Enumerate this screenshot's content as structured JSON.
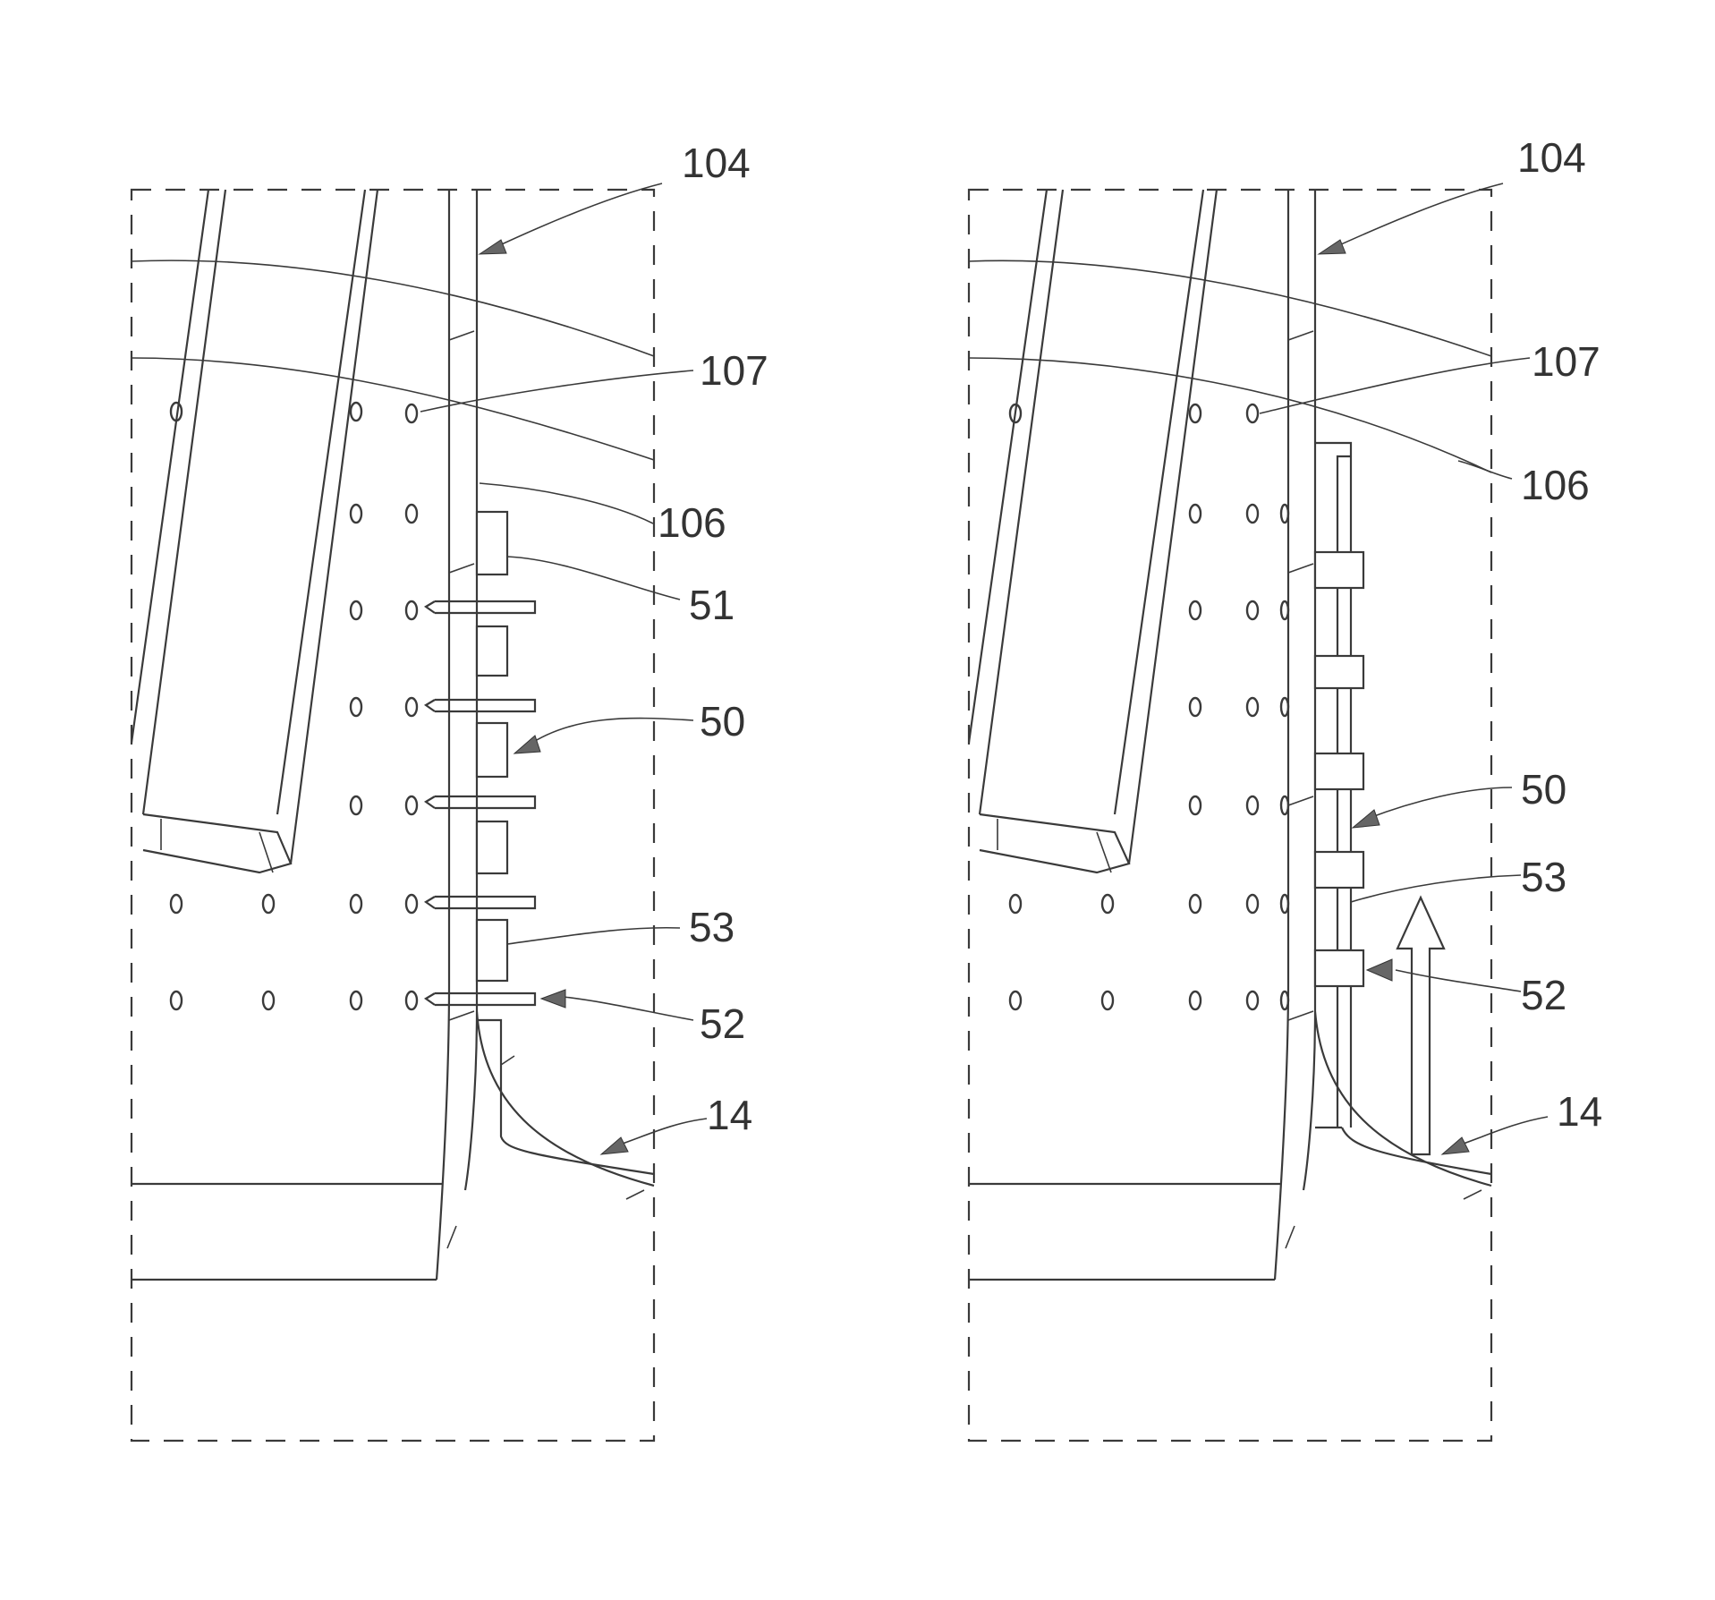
{
  "figures": [
    {
      "id": "left",
      "labels": {
        "wall": "104",
        "line_107": "107",
        "line_106": "106",
        "part_51": "51",
        "part_50": "50",
        "part_53": "53",
        "part_52": "52",
        "part_14": "14"
      }
    },
    {
      "id": "right",
      "labels": {
        "wall": "104",
        "line_107": "107",
        "line_106": "106",
        "part_50": "50",
        "part_53": "53",
        "part_52": "52",
        "part_14": "14"
      }
    }
  ]
}
